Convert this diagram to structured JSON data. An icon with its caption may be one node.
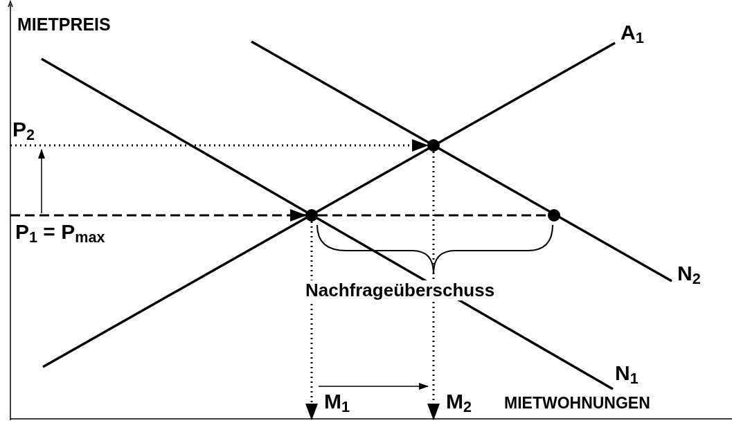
{
  "diagram": {
    "nodes": [
      {
        "text": [],
        "shape": "circle"
      },
      {
        "text": [],
        "shape": "circle"
      },
      {
        "text": [],
        "shape": "circle"
      }
    ],
    "edges": [
      {
        "from": null,
        "to": 0,
        "arrow": "to",
        "style": "dashed"
      },
      {
        "from": 0,
        "to": 2,
        "arrow": "none",
        "style": "dashed"
      },
      {
        "from": null,
        "to": 1,
        "arrow": "to",
        "style": "dashed"
      },
      {
        "from": 0,
        "to": null,
        "arrow": "to",
        "style": "dashed"
      },
      {
        "from": 1,
        "to": null,
        "arrow": "to",
        "style": "dashed"
      }
    ],
    "labels": [
      "MIETPREIS",
      "A$_{1}$",
      "P$_{2}$",
      "P$_{1}$ = P$_{max}$",
      "N$_{2}$",
      "Nachfrageüberschuss",
      "N$_{1}$",
      "M$_{1}$",
      "M$_{2}$",
      "MIETWOHNUNGEN"
    ]
  }
}
